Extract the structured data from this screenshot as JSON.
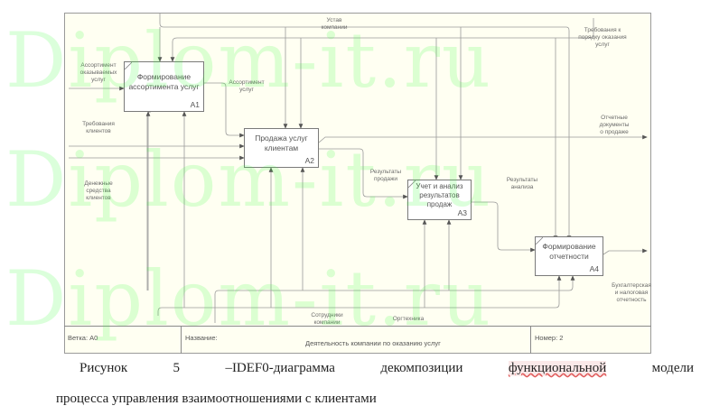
{
  "diagram": {
    "type": "IDEF0",
    "boxes": [
      {
        "id": "A1",
        "title": "Формирование\nассортимента услуг"
      },
      {
        "id": "A2",
        "title": "Продажа услуг\nклиентам"
      },
      {
        "id": "A3",
        "title": "Учет и анализ\nрезультатов\nпродаж"
      },
      {
        "id": "A4",
        "title": "Формирование\nотчетности"
      }
    ],
    "arrows": {
      "ustav": "Устав\nкомпании",
      "trebovaniya_poryadok": "Требования к\nпорядку оказания\nуслуг",
      "assortiment_okazyvaemyh": "Ассортимент\nоказываемых\nуслуг",
      "assortiment_uslug": "Ассортимент\nуслуг",
      "trebovaniya_klientov": "Требования\nклиентов",
      "otchetnye_dokumenty": "Отчетные\nдокументы\nо продаже",
      "denezhnye_sredstva": "Денежные\nсредства\nклиентов",
      "rezultaty_prodazhi": "Результаты\nпродажи",
      "rezultaty_analiza": "Результаты\nанализа",
      "buhgalterskaya": "Бухгалтерская\nи налоговая\nотчетность",
      "sotrudniki": "Сотрудники\nкомпании",
      "orgtehnika": "Оргтехника"
    },
    "footer": {
      "branch": "Ветка: A0",
      "name_label": "Название:",
      "name_value": "Деятельность компании по оказанию услуг",
      "number": "Номер: 2"
    }
  },
  "caption": {
    "line1_words": [
      "Рисунок",
      "5",
      "–IDEF0-диаграмма",
      "декомпозиции",
      "функциональной",
      "модели"
    ],
    "line2": "процесса управления взаимоотношениями с клиентами"
  },
  "watermark": "Diplom-it.ru",
  "colors": {
    "frame_bg": "#fffff2",
    "line": "#8a8a8a",
    "watermark": "#33ff33"
  }
}
